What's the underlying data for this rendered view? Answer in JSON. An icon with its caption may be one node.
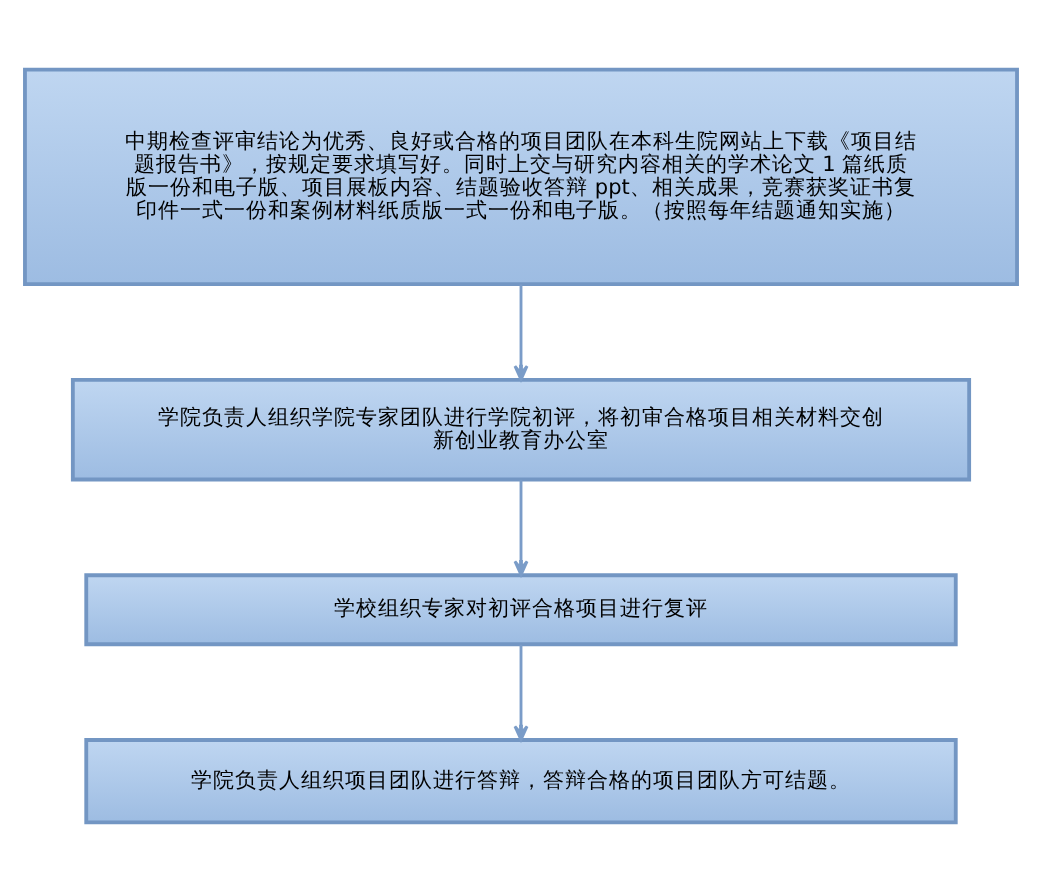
{
  "diagram": {
    "nodes": [
      {
        "text": [
          "中期检查评审结论为优秀、良好或合格的项目团队在本科生院网站上下载《项目结题报告书》，按规定要求填写好。同时上交与研究内容相关的学术论文 1 篇纸质版一份和电子版、项目展板内容、结题验收答辩 ppt、相关成果，竞赛获奖证书复印件一式一份和案例材料纸质版一式一份和电子版。（按照每年结题通知实施）"
        ]
      },
      {
        "text": [
          "学院负责人组织学院专家团队进行学院初评，将初审合格项目相关材料交创新创业教育办公室"
        ]
      },
      {
        "text": [
          "学校组织专家对初评合格项目进行复评"
        ]
      },
      {
        "text": [
          "学院负责人组织项目团队进行答辩，答辩合格的项目团队方可结题。"
        ]
      }
    ],
    "edges": [
      {
        "from": 0,
        "to": 1,
        "arrow": "to"
      },
      {
        "from": 1,
        "to": 2,
        "arrow": "to"
      },
      {
        "from": 2,
        "to": 3,
        "arrow": "to"
      }
    ]
  }
}
